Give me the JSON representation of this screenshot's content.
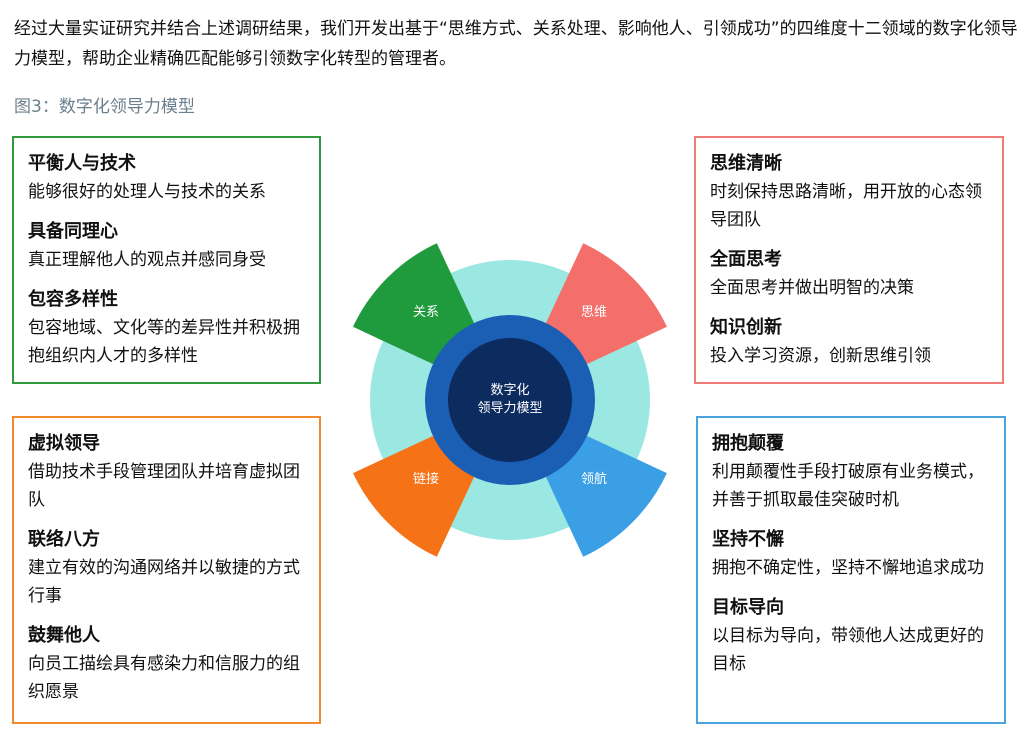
{
  "intro_text": "经过大量实证研究并结合上述调研结果，我们开发出基于“思维方式、关系处理、影响他人、引领成功”的四维度十二领域的数字化领导力模型，帮助企业精确匹配能够引领数字化转型的管理者。",
  "figure_caption": "图3：数字化领导力模型",
  "diagram": {
    "center_line1": "数字化",
    "center_line2": "领导力模型",
    "segments": {
      "relation": "关系",
      "thinking": "思维",
      "link": "链接",
      "navigate": "领航"
    },
    "colors": {
      "relation": "#1f9a3c",
      "thinking": "#f56f6a",
      "link": "#f57216",
      "navigate": "#3b9fe5",
      "ring_outer": "#9be8e2",
      "ring_mid": "#1b5fb5",
      "center": "#0c2b5e"
    }
  },
  "boxes": {
    "top_left": [
      {
        "title": "平衡人与技术",
        "desc": "能够很好的处理人与技术的关系"
      },
      {
        "title": "具备同理心",
        "desc": "真正理解他人的观点并感同身受"
      },
      {
        "title": "包容多样性",
        "desc": "包容地域、文化等的差异性并积极拥抱组织内人才的多样性"
      }
    ],
    "top_right": [
      {
        "title": "思维清晰",
        "desc": "时刻保持思路清晰，用开放的心态领导团队"
      },
      {
        "title": "全面思考",
        "desc": "全面思考并做出明智的决策"
      },
      {
        "title": "知识创新",
        "desc": "投入学习资源，创新思维引领"
      }
    ],
    "bottom_left": [
      {
        "title": "虚拟领导",
        "desc": "借助技术手段管理团队并培育虚拟团队"
      },
      {
        "title": "联络八方",
        "desc": "建立有效的沟通网络并以敏捷的方式行事"
      },
      {
        "title": "鼓舞他人",
        "desc": "向员工描绘具有感染力和信服力的组织愿景"
      }
    ],
    "bottom_right": [
      {
        "title": "拥抱颠覆",
        "desc": "利用颠覆性手段打破原有业务模式，并善于抓取最佳突破时机"
      },
      {
        "title": "坚持不懈",
        "desc": "拥抱不确定性，坚持不懈地追求成功"
      },
      {
        "title": "目标导向",
        "desc": "以目标为导向，带领他人达成更好的目标"
      }
    ]
  }
}
